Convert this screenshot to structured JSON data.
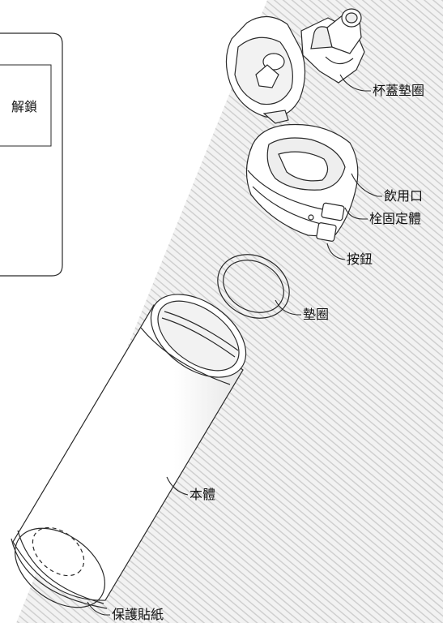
{
  "colors": {
    "background": "#ffffff",
    "hatch_stripe": "#d4d4d4",
    "hatch_base": "#f2f2f2",
    "outline": "#2a2a2a",
    "part_fill": "#ffffff",
    "part_shade": "#eeeeee"
  },
  "side_panel": {
    "text": "解鎖"
  },
  "labels": {
    "lid_gasket": "杯蓋墊圈",
    "drinking_spout": "飲用口",
    "latch": "栓固定體",
    "button": "按鈕",
    "gasket": "墊圈",
    "body": "本體",
    "protective_sticker": "保護貼紙"
  }
}
